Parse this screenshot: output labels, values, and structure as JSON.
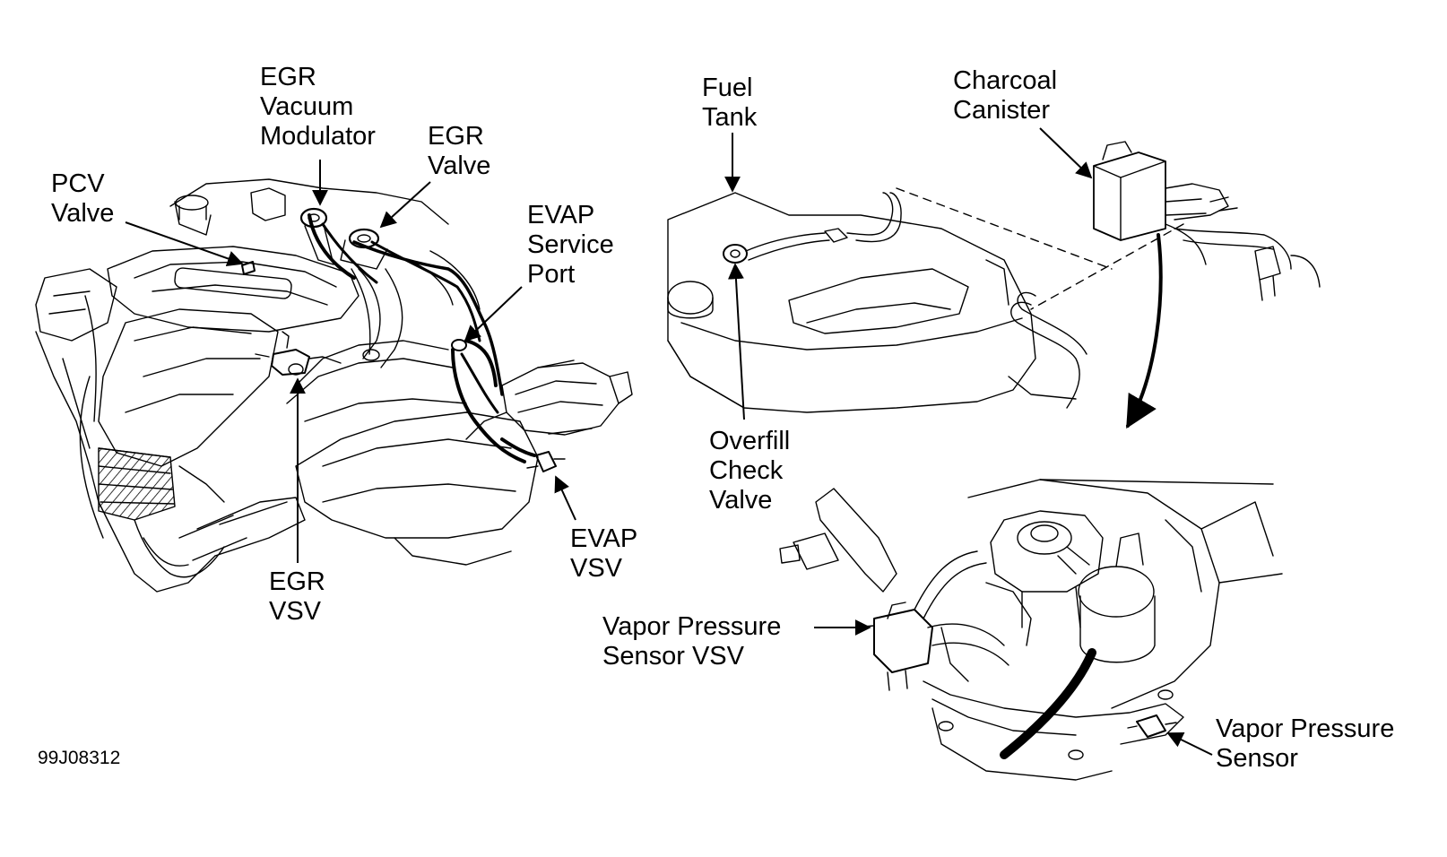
{
  "figure_id": "99J08312",
  "colors": {
    "ink": "#000000",
    "paper": "#ffffff"
  },
  "callouts": {
    "egr_vacuum_modulator": [
      "EGR",
      "Vacuum",
      "Modulator"
    ],
    "egr_valve": [
      "EGR",
      "Valve"
    ],
    "pcv_valve": [
      "PCV",
      "Valve"
    ],
    "evap_service_port": [
      "EVAP",
      "Service",
      "Port"
    ],
    "egr_vsv": [
      "EGR",
      "VSV"
    ],
    "evap_vsv": [
      "EVAP",
      "VSV"
    ],
    "fuel_tank": [
      "Fuel",
      "Tank"
    ],
    "charcoal_canister": [
      "Charcoal",
      "Canister"
    ],
    "overfill_check_valve": [
      "Overfill",
      "Check",
      "Valve"
    ],
    "vapor_pressure_sensor_vsv": [
      "Vapor Pressure",
      "Sensor VSV"
    ],
    "vapor_pressure_sensor": [
      "Vapor Pressure",
      "Sensor"
    ]
  }
}
